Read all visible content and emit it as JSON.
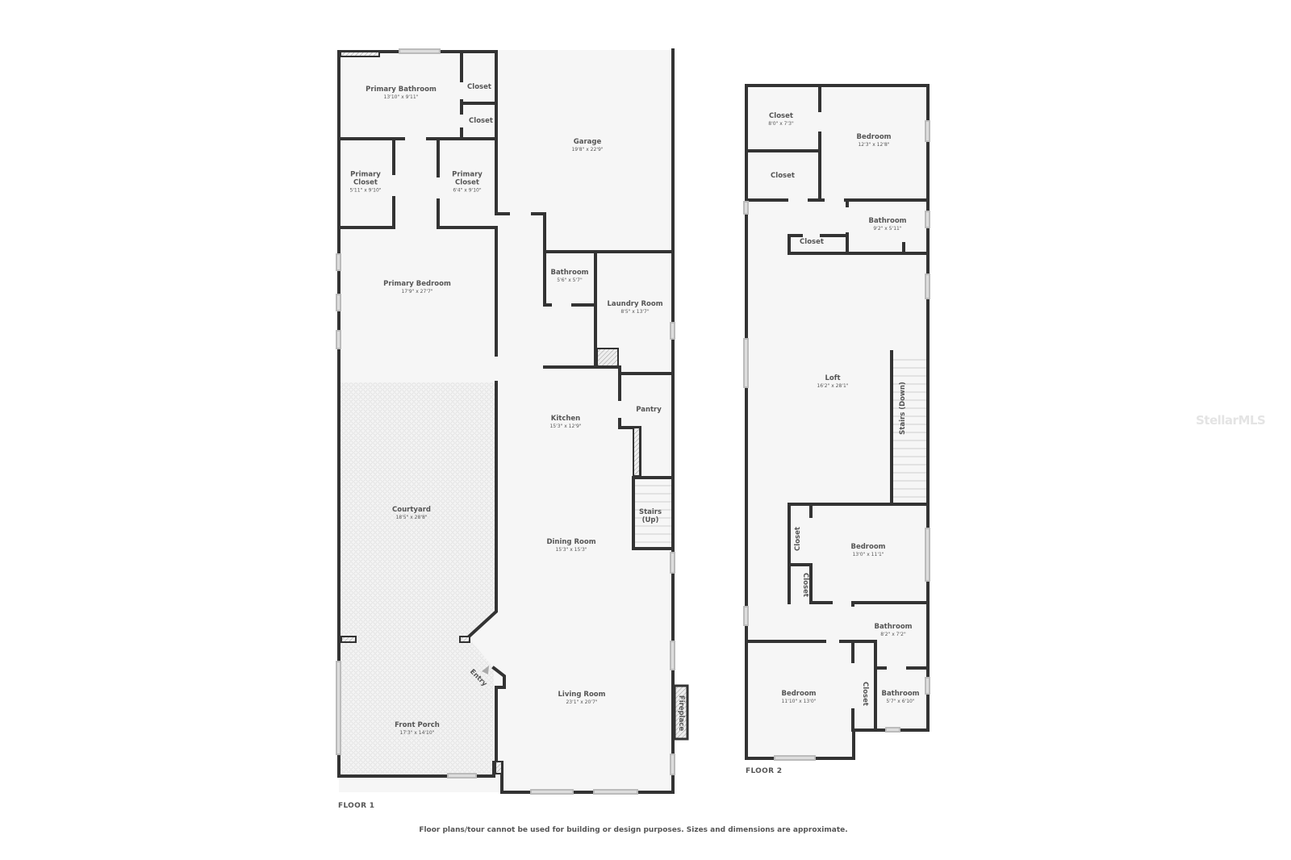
{
  "floor1": {
    "label": "FLOOR 1",
    "rooms": [
      {
        "name": "Primary Bathroom",
        "dim": "13'10\" x 9'11\""
      },
      {
        "name": "Closet",
        "dim": ""
      },
      {
        "name": "Closet",
        "dim": ""
      },
      {
        "name": "Garage",
        "dim": "19'8\" x 22'9\""
      },
      {
        "name": "Primary Closet",
        "dim": "5'11\" x 9'10\""
      },
      {
        "name": "Primary Closet",
        "dim": "6'4\" x 9'10\""
      },
      {
        "name": "Primary Bedroom",
        "dim": "17'9\" x 27'7\""
      },
      {
        "name": "Bathroom",
        "dim": "5'6\" x 5'7\""
      },
      {
        "name": "Laundry Room",
        "dim": "8'5\" x 13'7\""
      },
      {
        "name": "Kitchen",
        "dim": "15'3\" x 12'9\""
      },
      {
        "name": "Pantry",
        "dim": ""
      },
      {
        "name": "Stairs (Up)",
        "dim": ""
      },
      {
        "name": "Courtyard",
        "dim": "18'5\" x 28'8\""
      },
      {
        "name": "Dining Room",
        "dim": "15'3\" x 15'3\""
      },
      {
        "name": "Entry",
        "dim": ""
      },
      {
        "name": "Living Room",
        "dim": "23'1\" x 20'7\""
      },
      {
        "name": "Fireplace",
        "dim": ""
      },
      {
        "name": "Front Porch",
        "dim": "17'3\" x 14'10\""
      }
    ]
  },
  "floor2": {
    "label": "FLOOR 2",
    "rooms": [
      {
        "name": "Closet",
        "dim": "8'0\" x 7'3\""
      },
      {
        "name": "Bedroom",
        "dim": "12'3\" x 12'8\""
      },
      {
        "name": "Closet",
        "dim": ""
      },
      {
        "name": "Bathroom",
        "dim": "9'2\" x 5'11\""
      },
      {
        "name": "Closet",
        "dim": ""
      },
      {
        "name": "Loft",
        "dim": "16'2\" x 28'1\""
      },
      {
        "name": "Stairs (Down)",
        "dim": ""
      },
      {
        "name": "Closet",
        "dim": ""
      },
      {
        "name": "Bedroom",
        "dim": "13'0\" x 11'1\""
      },
      {
        "name": "Closet",
        "dim": ""
      },
      {
        "name": "Bathroom",
        "dim": "8'2\" x 7'2\""
      },
      {
        "name": "Bedroom",
        "dim": "11'10\" x 13'0\""
      },
      {
        "name": "Closet",
        "dim": ""
      },
      {
        "name": "Bathroom",
        "dim": "5'7\" x 6'10\""
      }
    ]
  },
  "disclaimer": "Floor plans/tour cannot be used for building or design purposes. Sizes and dimensions are approximate.",
  "watermark": "StellarMLS",
  "colors": {
    "wall": "#333333",
    "floor": "#f6f6f6",
    "outdoor_pattern": "#e2e2e2",
    "text": "#555555"
  }
}
